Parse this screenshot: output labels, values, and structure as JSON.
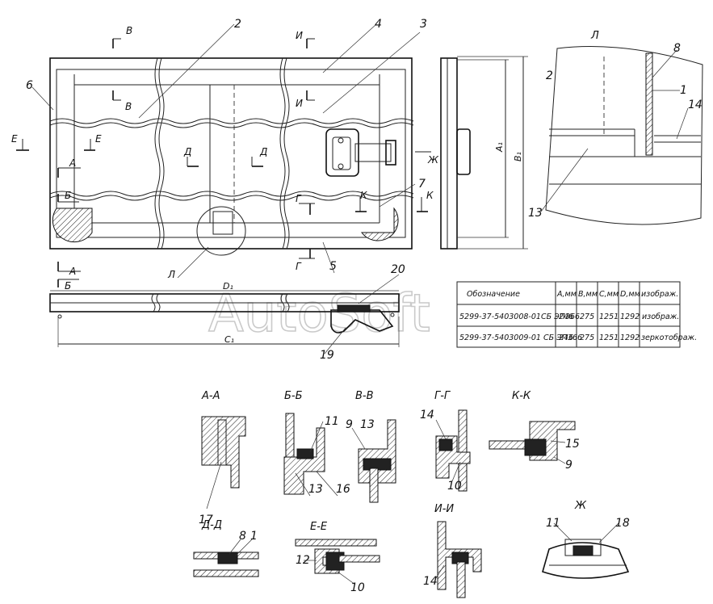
{
  "callouts": {
    "n1": "1",
    "n2": "2",
    "n3": "3",
    "n4": "4",
    "n5": "5",
    "n6": "6",
    "n7": "7",
    "n8": "8",
    "n9": "9",
    "n10": "10",
    "n11": "11",
    "n12": "12",
    "n13": "13",
    "n14": "14",
    "n15": "15",
    "n16": "16",
    "n17": "17",
    "n18": "18",
    "n19": "19",
    "n20": "20"
  },
  "section_marks": {
    "v": "В",
    "i": "И",
    "e": "Е",
    "a": "А",
    "b": "Б",
    "d": "Д",
    "g": "Г",
    "k": "К",
    "zh": "Ж",
    "l": "Л"
  },
  "dims": {
    "a": "А₁",
    "b": "В₁",
    "c": "С₁",
    "d": "D₁"
  },
  "detail_titles": {
    "aa": "А-А",
    "bb": "Б-Б",
    "vv": "В-В",
    "gg": "Г-Г",
    "kk": "К-К",
    "dd": "Д-Д",
    "ee": "Е-Е",
    "ii": "И-И",
    "zh": "Ж",
    "l": "Л"
  },
  "table": {
    "headers": [
      "Обозначение",
      "А,мм",
      "В,мм",
      "С,мм",
      "D,мм",
      "изображ."
    ],
    "rows": [
      [
        "5299-37-5403008-01СБ ЭП366",
        "246",
        "275",
        "1251",
        "1292",
        "изображ."
      ],
      [
        "5299-37-5403009-01 СБ ЭП366",
        "246",
        "275",
        "1251",
        "1292",
        "зеркотображ."
      ]
    ]
  },
  "watermark": "AutoSoft"
}
